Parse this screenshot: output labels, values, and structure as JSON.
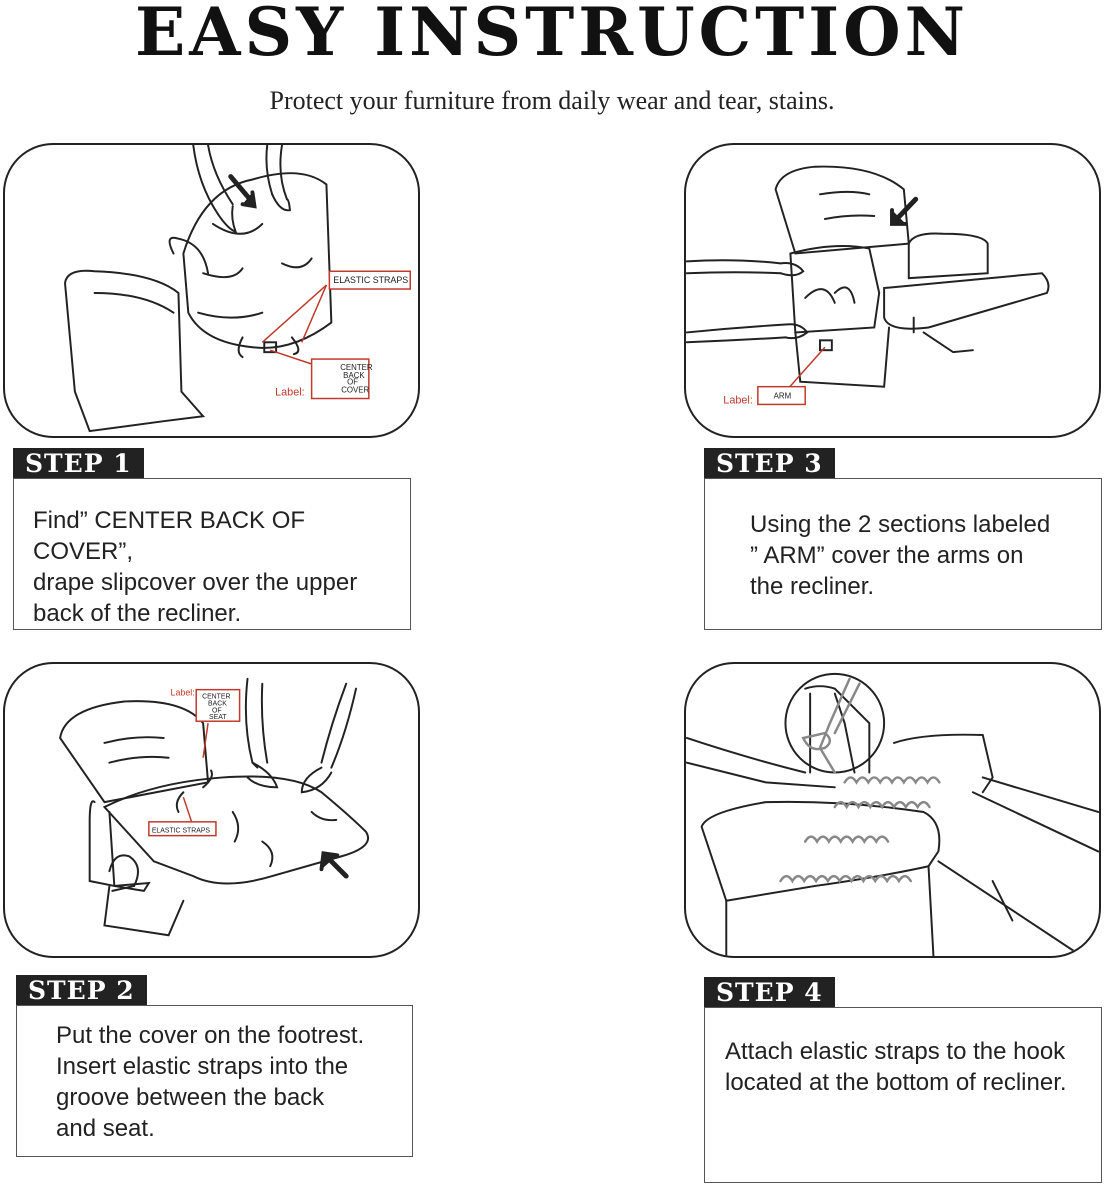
{
  "header": {
    "title": "EASY INSTRUCTION",
    "subtitle": "Protect your furniture from daily wear and tear, stains."
  },
  "steps": [
    {
      "label": "STEP 1",
      "text": "Find” CENTER BACK OF COVER”,\ndrape slipcover over the upper\nback of the recliner.",
      "illustration": {
        "tags": [
          "ELASTIC STRAPS",
          "CENTER\nBACK\nOF\nCOVER"
        ],
        "label_prefix": "Label:"
      }
    },
    {
      "label": "STEP 2",
      "text": "Put the cover on the footrest.\nInsert elastic straps into the\ngroove between the back\nand seat.",
      "illustration": {
        "tags": [
          "CENTER\nBACK\nOF\nSEAT",
          "ELASTIC STRAPS"
        ],
        "label_prefix": "Label:"
      }
    },
    {
      "label": "STEP 3",
      "text": "Using the 2 sections labeled\n” ARM” cover the arms on\nthe recliner.",
      "illustration": {
        "tags": [
          "ARM"
        ],
        "label_prefix": "Label:"
      }
    },
    {
      "label": "STEP 4",
      "text": "Attach elastic straps to the hook\nlocated at the bottom of recliner.",
      "illustration": {
        "tags": []
      }
    }
  ],
  "colors": {
    "ink": "#222222",
    "label_red": "#c0392b",
    "step_bg": "#222222"
  }
}
